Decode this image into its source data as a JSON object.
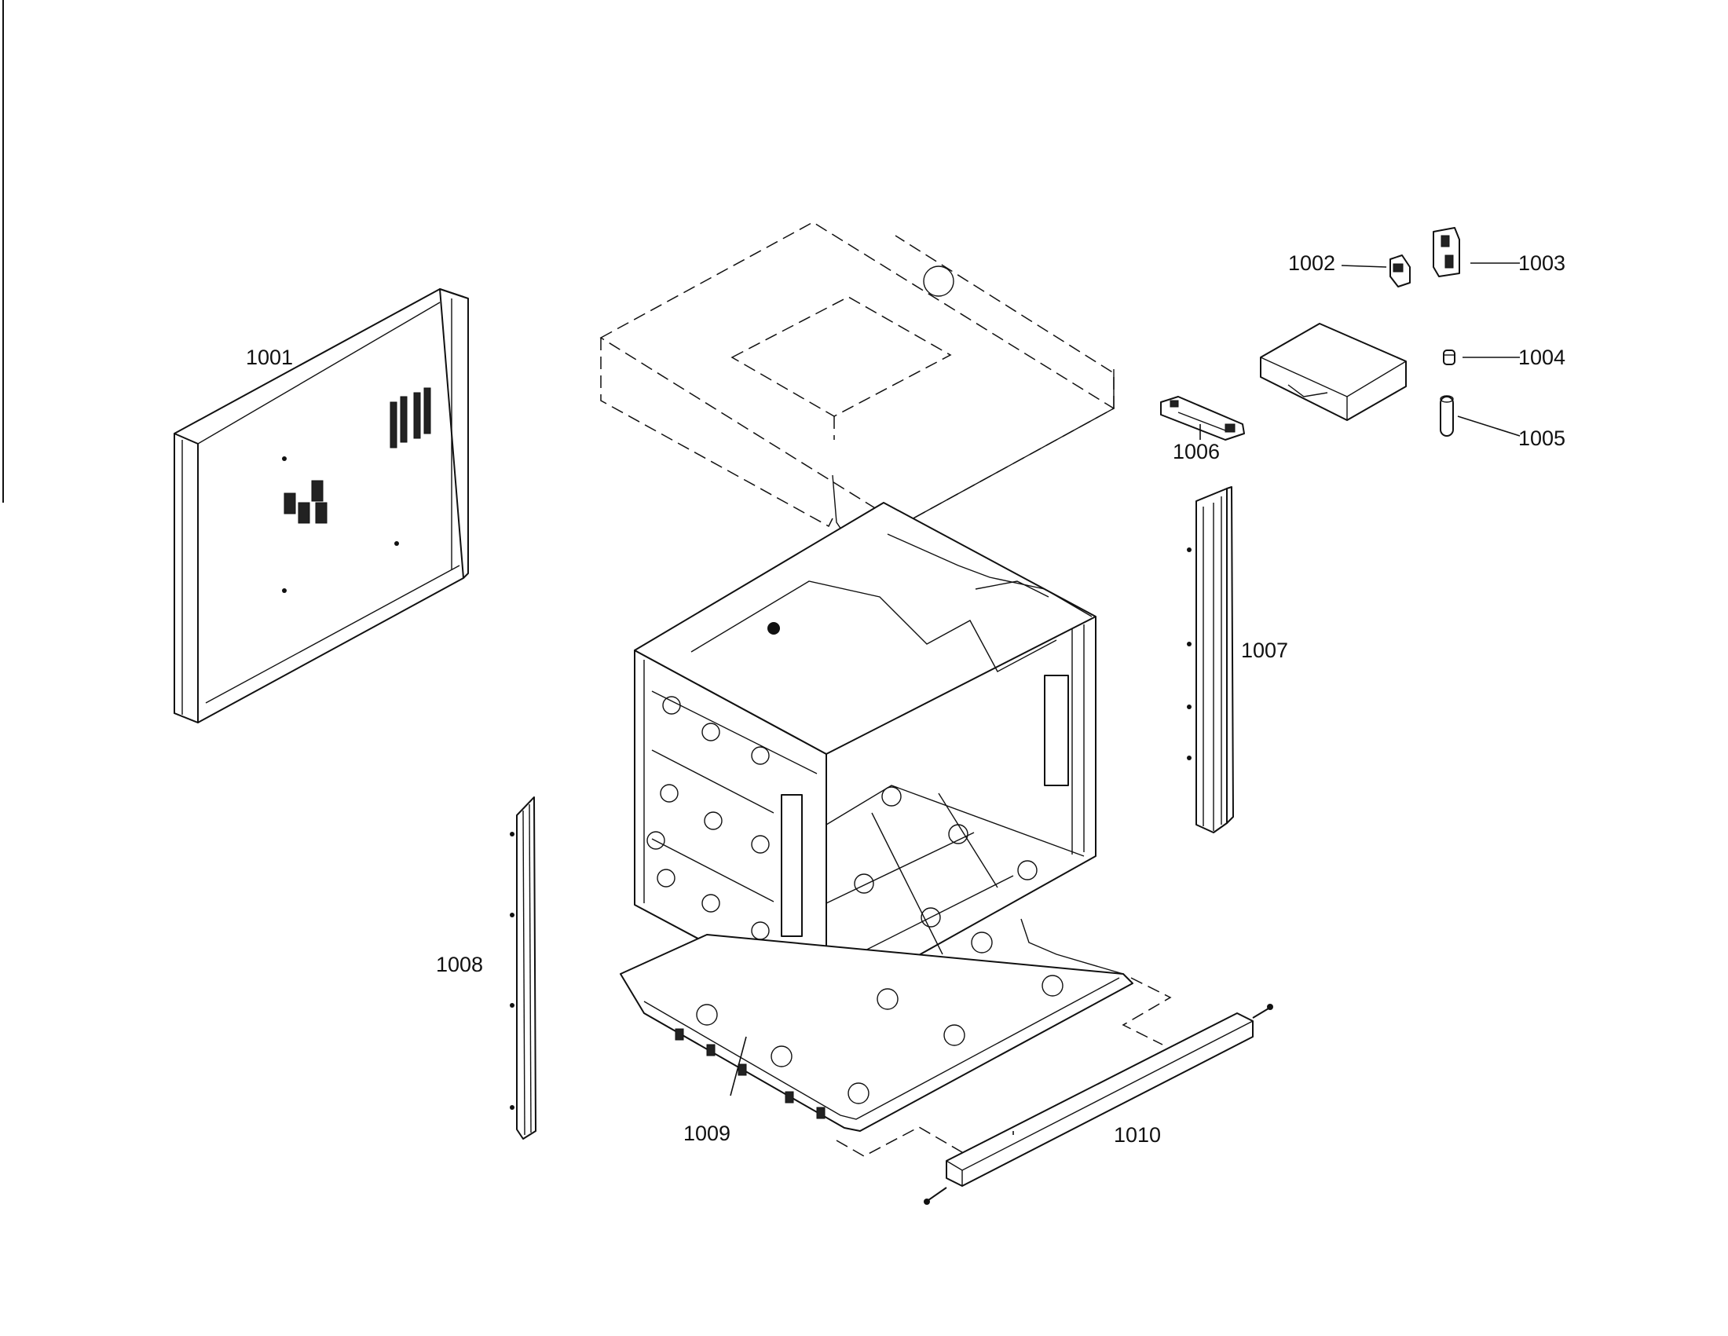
{
  "diagram": {
    "labels": {
      "p1001": "1001",
      "p1002": "1002",
      "p1003": "1003",
      "p1004": "1004",
      "p1005": "1005",
      "p1006": "1006",
      "p1007": "1007",
      "p1008": "1008",
      "p1009": "1009",
      "p1010": "1010"
    },
    "colors": {
      "line": "#111111",
      "background": "#ffffff"
    }
  }
}
